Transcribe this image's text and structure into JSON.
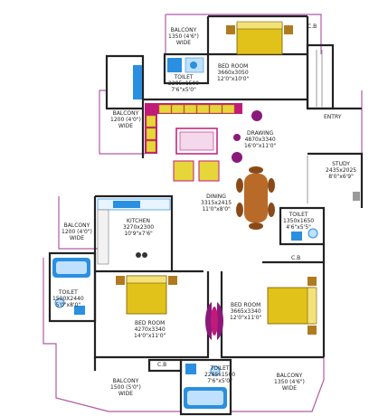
{
  "colors": {
    "wall": "#222222",
    "outer_line": "#b05aa8",
    "bed": "#e0c21a",
    "sofa": "#e7d63a",
    "rug": "#c01a7a",
    "dining_table": "#b86a28",
    "fixture": "#2a8fe0",
    "wood_door": "#8a1a7a"
  },
  "rooms": [
    {
      "id": "balcony-top",
      "lines": [
        "BALCONY",
        "1350 (4'6\")",
        "WIDE"
      ]
    },
    {
      "id": "cb-top",
      "lines": [
        "C.B"
      ]
    },
    {
      "id": "bedroom-top",
      "lines": [
        "BED ROOM",
        "3660x3050",
        "12'0\"x10'0\""
      ]
    },
    {
      "id": "toilet-top",
      "lines": [
        "TOILET",
        "2285x1500",
        "7'6\"x5'0\""
      ]
    },
    {
      "id": "entry",
      "lines": [
        "ENTRY"
      ]
    },
    {
      "id": "balcony-left",
      "lines": [
        "BALCONY",
        "1200 (4'0\")",
        "WIDE"
      ]
    },
    {
      "id": "drawing",
      "lines": [
        "DRAWING",
        "4870x3340",
        "16'0\"x11'0\""
      ]
    },
    {
      "id": "study",
      "lines": [
        "STUDY",
        "2435x2025",
        "8'0\"x6'9\""
      ]
    },
    {
      "id": "dining",
      "lines": [
        "DINING",
        "3315x2415",
        "11'0\"x8'0\""
      ]
    },
    {
      "id": "toilet-right",
      "lines": [
        "TOILET",
        "1350x1650",
        "4'6\"x5'5\""
      ]
    },
    {
      "id": "balcony-mid",
      "lines": [
        "BALCONY",
        "1200 (4'0\")",
        "WIDE"
      ]
    },
    {
      "id": "kitchen",
      "lines": [
        "KITCHEN",
        "3270x2300",
        "10'9\"x7'6\""
      ]
    },
    {
      "id": "cb-right",
      "lines": [
        "C.B"
      ]
    },
    {
      "id": "toilet-left",
      "lines": [
        "TOILET",
        "1500X2440",
        "5'0\"x8'0\""
      ]
    },
    {
      "id": "bedroom-left",
      "lines": [
        "BED ROOM",
        "4270x3340",
        "14'0\"x11'0\""
      ]
    },
    {
      "id": "bedroom-right",
      "lines": [
        "BED ROOM",
        "3665x3340",
        "12'0\"x11'0\""
      ]
    },
    {
      "id": "cb-bottom",
      "lines": [
        "C.B"
      ]
    },
    {
      "id": "toilet-bottom",
      "lines": [
        "TOILET",
        "2285x1500",
        "7'6\"x5'0\""
      ]
    },
    {
      "id": "balcony-bottom-left",
      "lines": [
        "BALCONY",
        "1500 (5'0\")",
        "WIDE"
      ]
    },
    {
      "id": "balcony-bottom-right",
      "lines": [
        "BALCONY",
        "1350 (4'6\")",
        "WIDE"
      ]
    }
  ]
}
